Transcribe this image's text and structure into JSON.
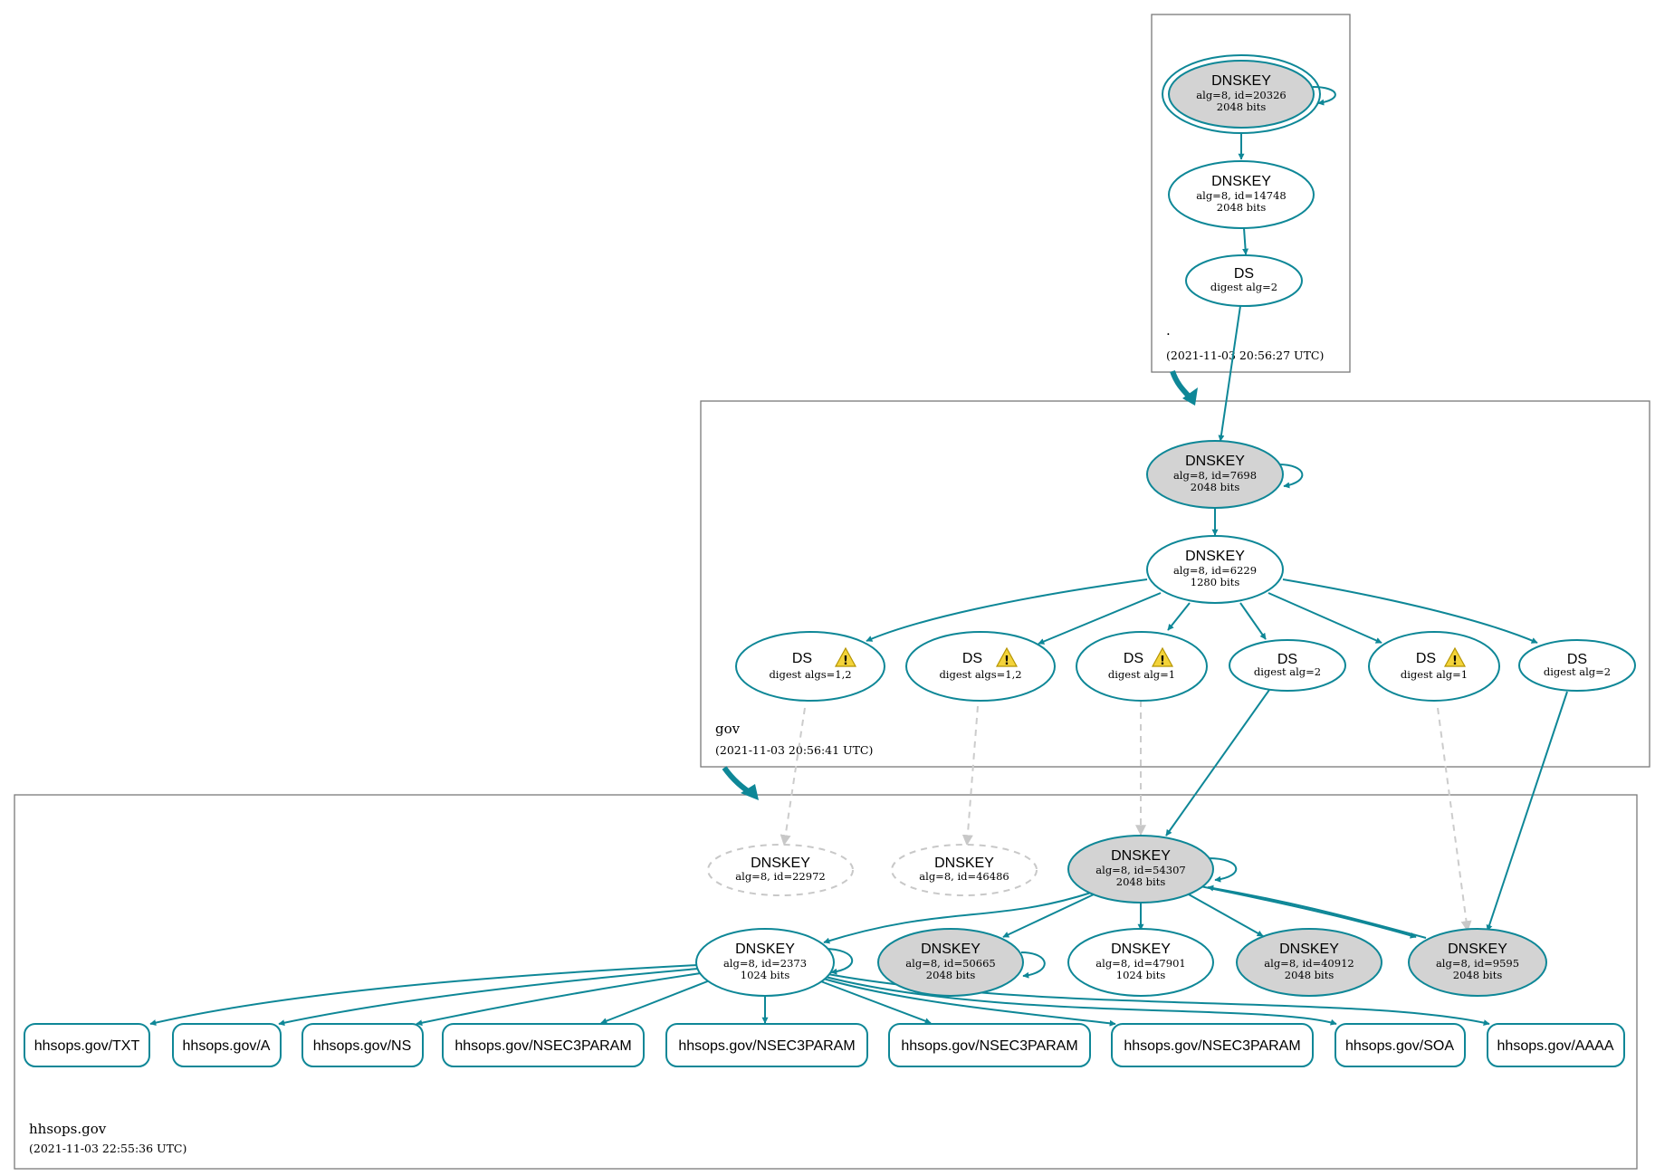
{
  "colors": {
    "edge": "#0e8797",
    "node_stroke": "#0e8797",
    "signing_key_fill": "#d3d3d3",
    "inactive": "#c8c8c8",
    "warning": "#f3d33a"
  },
  "zones": {
    "root": {
      "name": ".",
      "time": "(2021-11-03 20:56:27 UTC)"
    },
    "gov": {
      "name": "gov",
      "time": "(2021-11-03 20:56:41 UTC)"
    },
    "hhsops": {
      "name": "hhsops.gov",
      "time": "(2021-11-03 22:55:36 UTC)"
    }
  },
  "nodes": {
    "root_ksk": {
      "title": "DNSKEY",
      "line1": "alg=8, id=20326",
      "line2": "2048 bits"
    },
    "root_zsk": {
      "title": "DNSKEY",
      "line1": "alg=8, id=14748",
      "line2": "2048 bits"
    },
    "root_ds": {
      "title": "DS",
      "line1": "digest alg=2"
    },
    "gov_ksk": {
      "title": "DNSKEY",
      "line1": "alg=8, id=7698",
      "line2": "2048 bits"
    },
    "gov_zsk": {
      "title": "DNSKEY",
      "line1": "alg=8, id=6229",
      "line2": "1280 bits"
    },
    "gov_ds1": {
      "title": "DS",
      "line1": "digest algs=1,2",
      "warning": true
    },
    "gov_ds2": {
      "title": "DS",
      "line1": "digest algs=1,2",
      "warning": true
    },
    "gov_ds3": {
      "title": "DS",
      "line1": "digest alg=1",
      "warning": true
    },
    "gov_ds4": {
      "title": "DS",
      "line1": "digest alg=2"
    },
    "gov_ds5": {
      "title": "DS",
      "line1": "digest alg=1",
      "warning": true
    },
    "gov_ds6": {
      "title": "DS",
      "line1": "digest alg=2"
    },
    "hh_key_22972": {
      "title": "DNSKEY",
      "line1": "alg=8, id=22972"
    },
    "hh_key_46486": {
      "title": "DNSKEY",
      "line1": "alg=8, id=46486"
    },
    "hh_key_54307": {
      "title": "DNSKEY",
      "line1": "alg=8, id=54307",
      "line2": "2048 bits"
    },
    "hh_key_2373": {
      "title": "DNSKEY",
      "line1": "alg=8, id=2373",
      "line2": "1024 bits"
    },
    "hh_key_50665": {
      "title": "DNSKEY",
      "line1": "alg=8, id=50665",
      "line2": "2048 bits"
    },
    "hh_key_47901": {
      "title": "DNSKEY",
      "line1": "alg=8, id=47901",
      "line2": "1024 bits"
    },
    "hh_key_40912": {
      "title": "DNSKEY",
      "line1": "alg=8, id=40912",
      "line2": "2048 bits"
    },
    "hh_key_9595": {
      "title": "DNSKEY",
      "line1": "alg=8, id=9595",
      "line2": "2048 bits"
    }
  },
  "records": [
    "hhsops.gov/TXT",
    "hhsops.gov/A",
    "hhsops.gov/NS",
    "hhsops.gov/NSEC3PARAM",
    "hhsops.gov/NSEC3PARAM",
    "hhsops.gov/NSEC3PARAM",
    "hhsops.gov/NSEC3PARAM",
    "hhsops.gov/SOA",
    "hhsops.gov/AAAA"
  ]
}
